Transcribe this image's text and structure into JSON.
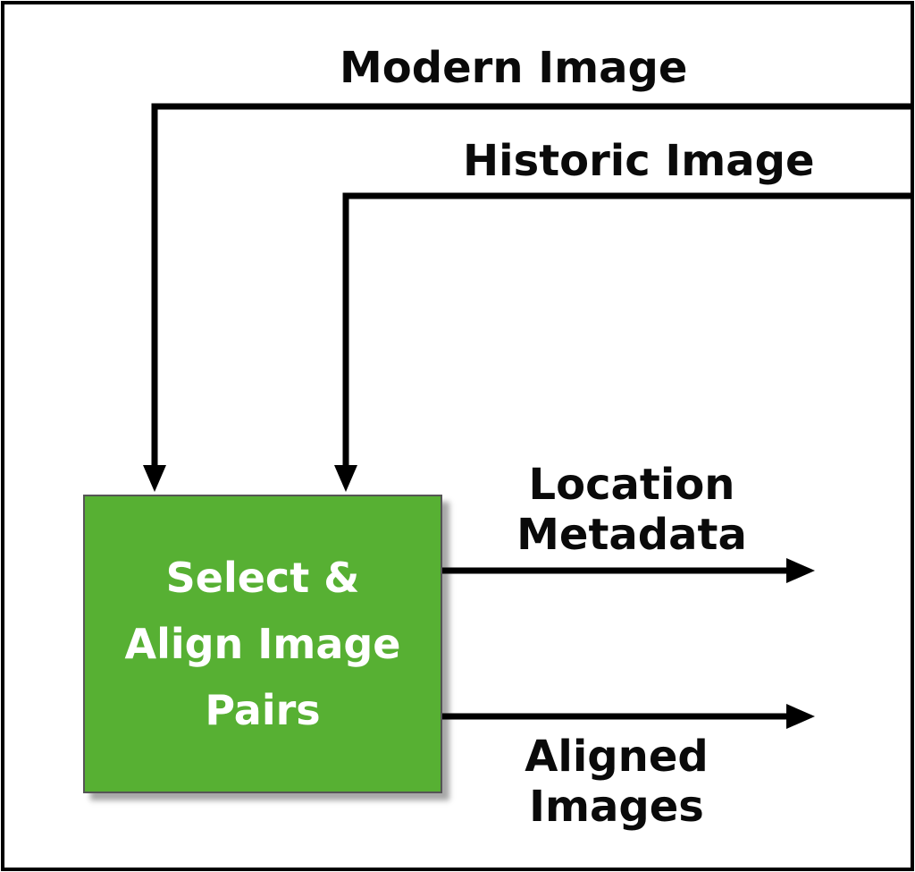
{
  "inputs": [
    {
      "label": "Modern Image"
    },
    {
      "label": "Historic Image"
    }
  ],
  "process": {
    "label": "Select &\nAlign Image\nPairs",
    "color": "#57b033"
  },
  "outputs": [
    {
      "label": "Location\nMetadata"
    },
    {
      "label": "Aligned\nImages"
    }
  ],
  "colors": {
    "line": "#000000",
    "frame": "#000000"
  }
}
